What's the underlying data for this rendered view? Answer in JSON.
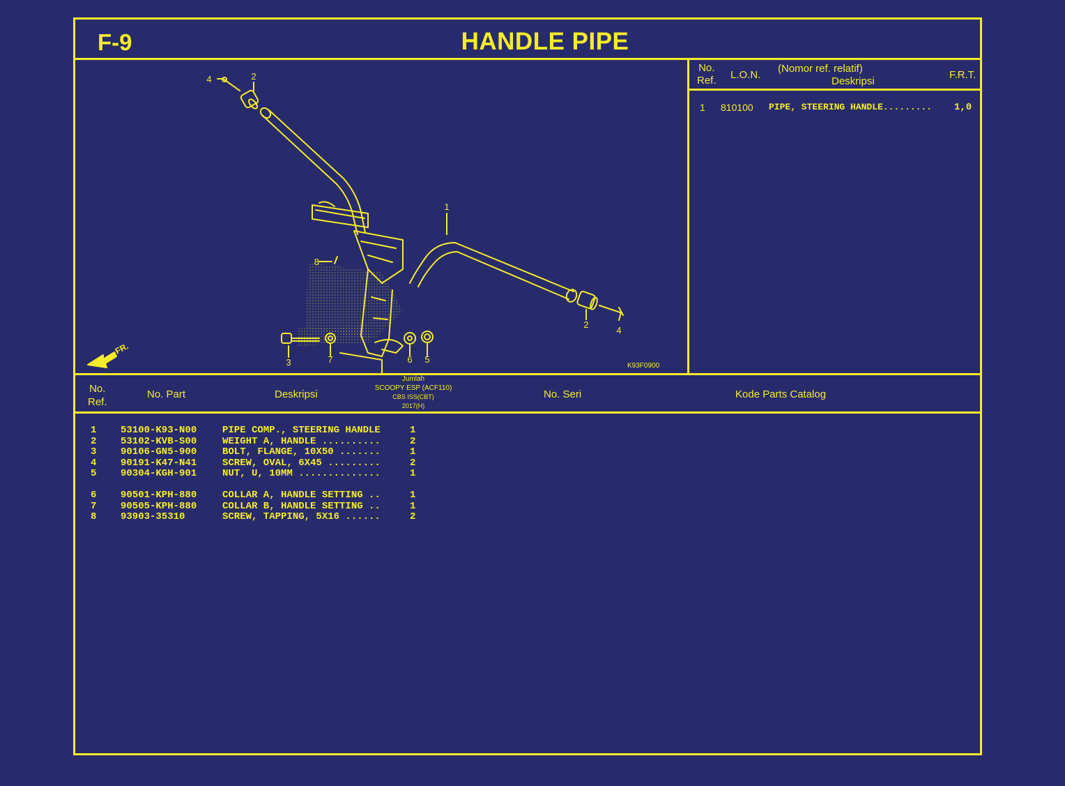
{
  "header": {
    "code": "F-9",
    "title": "HANDLE PIPE"
  },
  "lon_table": {
    "col_no_ref": "No.\nRef.",
    "col_no": "No.",
    "col_ref": "Ref.",
    "col_lon": "L.O.N.",
    "col_desc_line1": "(Nomor ref. relatif)",
    "col_desc_line2": "Deskripsi",
    "col_frt": "F.R.T.",
    "rows": [
      {
        "ref": "1",
        "lon": "810100",
        "desc": "PIPE, STEERING HANDLE.........",
        "frt": "1,0"
      }
    ]
  },
  "diagram": {
    "image_code": "K93F0900",
    "front_label": "FR.",
    "callouts": [
      "1",
      "2",
      "2",
      "3",
      "4",
      "4",
      "5",
      "6",
      "7",
      "8"
    ]
  },
  "parts_table": {
    "col_no": "No.",
    "col_ref": "Ref.",
    "col_part": "No. Part",
    "col_desc": "Deskripsi",
    "col_qty_title": "Jumlah",
    "col_qty_model": "SCOOPY ESP (ACF110)",
    "col_qty_variant": "CBS ISS(CBT)",
    "col_qty_year": "2017(H)",
    "col_serial": "No. Seri",
    "col_catalog": "Kode Parts Catalog",
    "rows": [
      {
        "ref": "1",
        "part": "53100-K93-N00",
        "desc": "PIPE COMP., STEERING HANDLE",
        "qty": "1"
      },
      {
        "ref": "2",
        "part": "53102-KVB-S00",
        "desc": "WEIGHT A, HANDLE ..........",
        "qty": "2"
      },
      {
        "ref": "3",
        "part": "90106-GN5-900",
        "desc": "BOLT, FLANGE, 10X50 .......",
        "qty": "1"
      },
      {
        "ref": "4",
        "part": "90191-K47-N41",
        "desc": "SCREW, OVAL, 6X45 .........",
        "qty": "2"
      },
      {
        "ref": "5",
        "part": "90304-KGH-901",
        "desc": "NUT, U, 10MM ..............",
        "qty": "1"
      },
      {
        "ref": "6",
        "part": "90501-KPH-880",
        "desc": "COLLAR A, HANDLE SETTING ..",
        "qty": "1"
      },
      {
        "ref": "7",
        "part": "90505-KPH-880",
        "desc": "COLLAR B, HANDLE SETTING ..",
        "qty": "1"
      },
      {
        "ref": "8",
        "part": "93903-35310",
        "desc": "SCREW, TAPPING, 5X16 ......",
        "qty": "2"
      }
    ]
  }
}
